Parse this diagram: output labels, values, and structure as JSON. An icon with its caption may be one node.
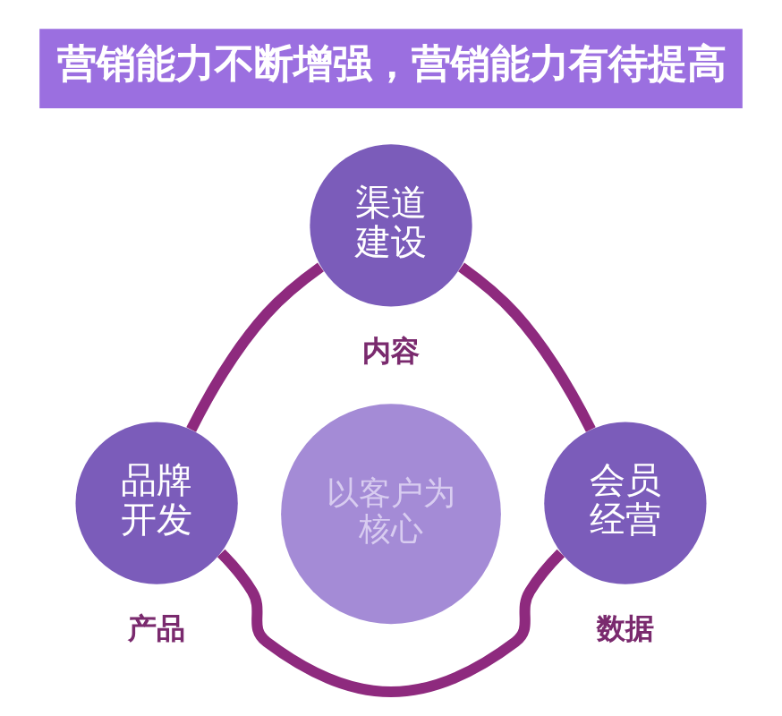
{
  "diagram": {
    "title": "营销能力不断增强，营销能力有待提高",
    "nodes": [
      {
        "text": [
          "渠道建设"
        ],
        "beside": [
          "内容"
        ]
      },
      {
        "text": [
          "以客户为核心"
        ]
      },
      {
        "text": [
          "品牌开发"
        ],
        "beside": [
          "产品"
        ]
      },
      {
        "text": [
          "会员经营"
        ],
        "beside": [
          "数据"
        ]
      }
    ],
    "edges": [
      {
        "from": 2,
        "to": 0,
        "arrow": "none"
      },
      {
        "from": 0,
        "to": 3,
        "arrow": "none"
      },
      {
        "from": 2,
        "to": 3,
        "arrow": "none"
      }
    ]
  }
}
